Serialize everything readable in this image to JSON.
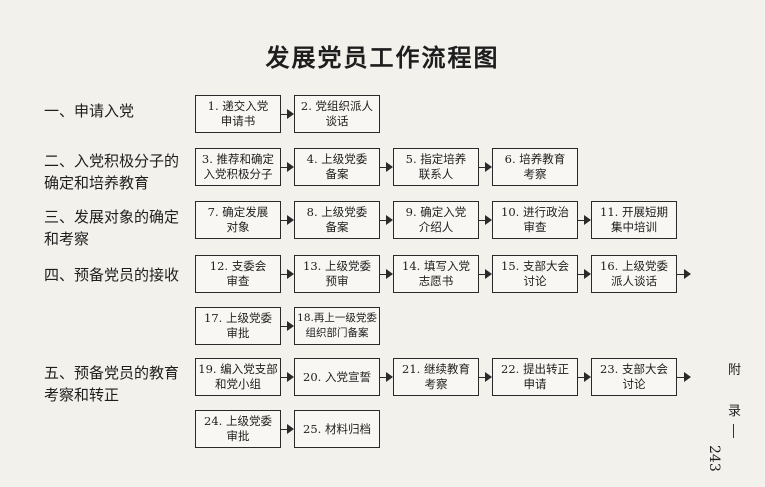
{
  "title": "发展党员工作流程图",
  "stages": [
    {
      "label": "一、申请入党"
    },
    {
      "label": "二、入党积极分子的\n确定和培养教育"
    },
    {
      "label": "三、发展对象的确定\n和考察"
    },
    {
      "label": "四、预备党员的接收"
    },
    {
      "label": "五、预备党员的教育\n考察和转正"
    }
  ],
  "steps": {
    "s1": "1. 递交入党\n申请书",
    "s2": "2. 党组织派人\n谈话",
    "s3": "3. 推荐和确定\n入党积极分子",
    "s4": "4. 上级党委\n备案",
    "s5": "5. 指定培养\n联系人",
    "s6": "6. 培养教育\n考察",
    "s7": "7. 确定发展\n对象",
    "s8": "8. 上级党委\n备案",
    "s9": "9. 确定入党\n介绍人",
    "s10": "10. 进行政治\n审查",
    "s11": "11. 开展短期\n集中培训",
    "s12": "12. 支委会\n审查",
    "s13": "13. 上级党委\n预审",
    "s14": "14. 填写入党\n志愿书",
    "s15": "15. 支部大会\n讨论",
    "s16": "16. 上级党委\n派人谈话",
    "s17": "17. 上级党委\n审批",
    "s18": "18.再上一级党委\n组织部门备案",
    "s19": "19. 编入党支部\n和党小组",
    "s20": "20. 入党宣誓",
    "s21": "21. 继续教育\n考察",
    "s22": "22. 提出转正\n申请",
    "s23": "23. 支部大会\n讨论",
    "s24": "24. 上级党委\n审批",
    "s25": "25. 材料归档"
  },
  "margin": {
    "side1": "附",
    "side2": "录",
    "page_number": "243"
  }
}
